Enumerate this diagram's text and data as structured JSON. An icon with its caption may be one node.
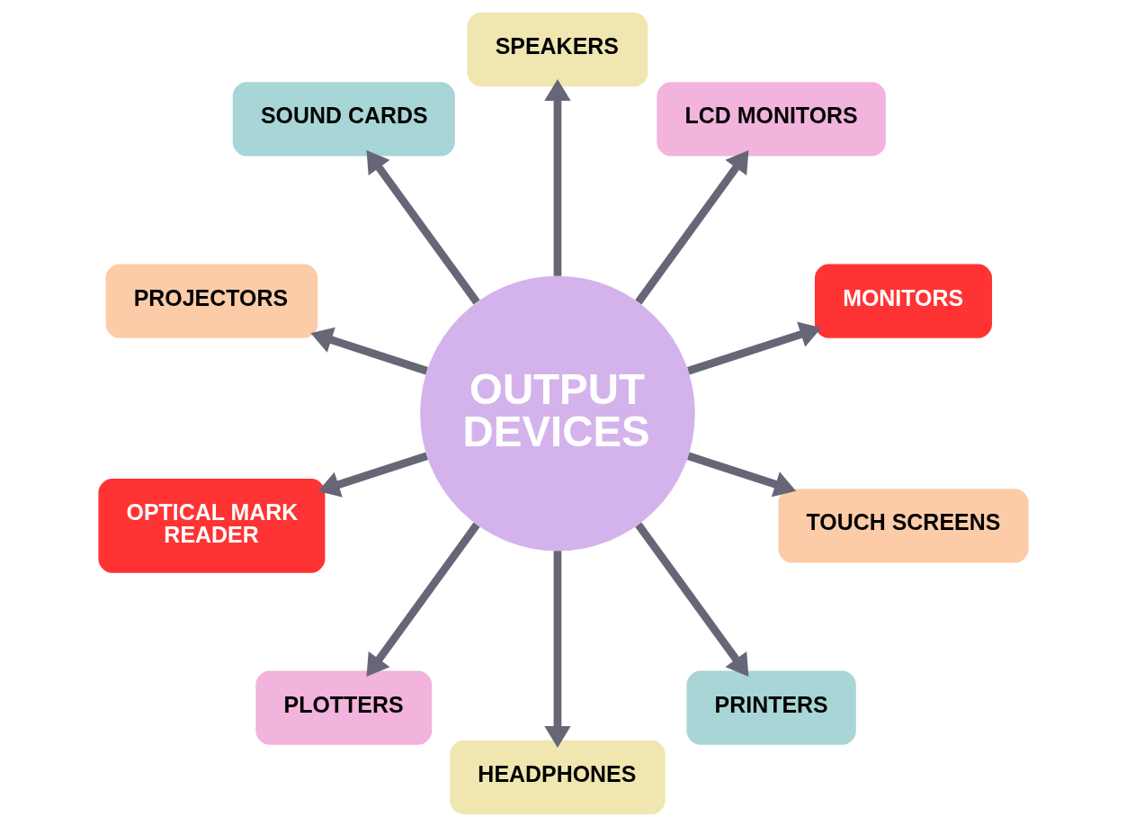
{
  "diagram": {
    "nodes": [
      {
        "text": [
          "OUTPUT DEVICES"
        ]
      },
      {
        "text": [
          "MONITORS"
        ]
      },
      {
        "text": [
          "LCD MONITORS"
        ]
      },
      {
        "text": [
          "SPEAKERS"
        ]
      },
      {
        "text": [
          "SOUND CARDS"
        ]
      },
      {
        "text": [
          "PROJECTORS"
        ]
      },
      {
        "text": [
          "OPTICAL MARK READER"
        ]
      },
      {
        "text": [
          "PLOTTERS"
        ]
      },
      {
        "text": [
          "HEADPHONES"
        ]
      },
      {
        "text": [
          "PRINTERS"
        ]
      },
      {
        "text": [
          "TOUCH SCREENS"
        ]
      }
    ],
    "edges": [
      {
        "from": 0,
        "to": 1,
        "arrow": "to"
      },
      {
        "from": 0,
        "to": 2,
        "arrow": "to"
      },
      {
        "from": 0,
        "to": 3,
        "arrow": "to"
      },
      {
        "from": 0,
        "to": 4,
        "arrow": "to"
      },
      {
        "from": 0,
        "to": 5,
        "arrow": "to"
      },
      {
        "from": 0,
        "to": 6,
        "arrow": "to"
      },
      {
        "from": 0,
        "to": 7,
        "arrow": "to"
      },
      {
        "from": 0,
        "to": 8,
        "arrow": "to"
      },
      {
        "from": 0,
        "to": 9,
        "arrow": "to"
      },
      {
        "from": 0,
        "to": 10,
        "arrow": "to"
      }
    ]
  }
}
